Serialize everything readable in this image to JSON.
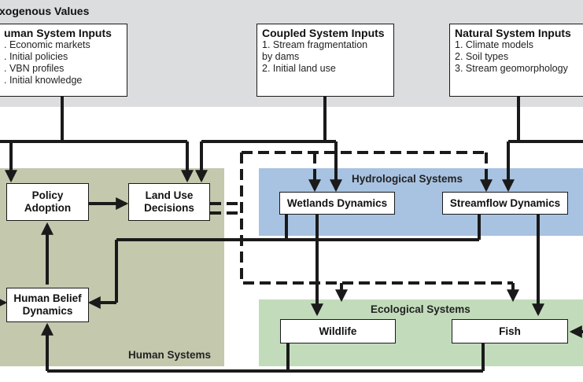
{
  "header": {
    "title": "xogenous Values"
  },
  "inputs": {
    "human": {
      "title": "uman System Inputs",
      "items": [
        ". Economic markets",
        ". Initial policies",
        ". VBN profiles",
        ". Initial knowledge"
      ]
    },
    "coupled": {
      "title": "Coupled System Inputs",
      "items": [
        "1. Stream fragmentation",
        "by dams",
        "2. Initial land use"
      ]
    },
    "natural": {
      "title": "Natural System Inputs",
      "items": [
        "1. Climate models",
        "2. Soil types",
        "3. Stream geomorphology"
      ]
    }
  },
  "regions": {
    "human": "Human Systems",
    "hydrological": "Hydrological Systems",
    "ecological": "Ecological Systems"
  },
  "nodes": {
    "policy_adoption": "Policy Adoption",
    "land_use": "Land Use Decisions",
    "human_belief": "Human Belief Dynamics",
    "wetlands": "Wetlands Dynamics",
    "streamflow": "Streamflow Dynamics",
    "wildlife": "Wildlife",
    "fish": "Fish"
  },
  "colors": {
    "exogenous_bg": "#dcdddf",
    "human_bg": "#c4c8ad",
    "hydro_bg": "#a8c3e1",
    "eco_bg": "#c2dcbb",
    "line": "#1a1a1a"
  }
}
